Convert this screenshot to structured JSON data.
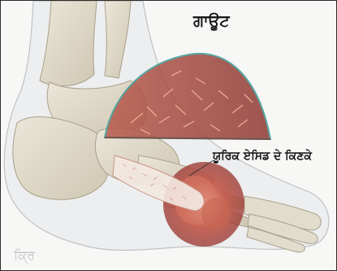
{
  "labels": {
    "title": "ਗਾਊਟ",
    "crystals": "ਯੂਰਿਕ ਏਸਿਡ ਦੇ ਕਿਣਕੇ"
  },
  "watermark": "ਕ੍ਰਿ",
  "colors": {
    "background": "#f7f7f6",
    "bone": "#ded7c6",
    "skin_outline": "#b9bcc0",
    "inflammation_red": "#b0403a",
    "magnifier_fill": "#a84a40",
    "magnifier_edge": "#3b9a96",
    "crystal_highlight": "#f3b39a"
  }
}
